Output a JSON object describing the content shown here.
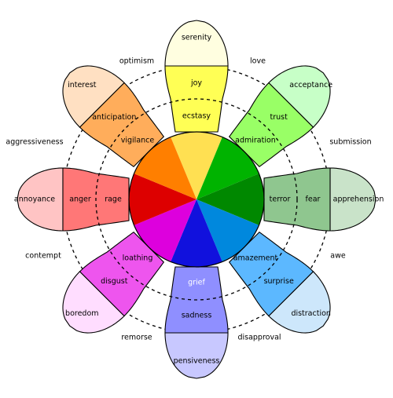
{
  "petals": [
    {
      "id": "joy",
      "colors": [
        "#fffee0",
        "#ffff55",
        "#ffe052"
      ],
      "labels": [
        "serenity",
        "joy",
        "ecstasy"
      ],
      "inner_light": false
    },
    {
      "id": "trust",
      "colors": [
        "#c7ffc7",
        "#99ff66",
        "#00b300"
      ],
      "labels": [
        "acceptance",
        "trust",
        "admiration"
      ],
      "inner_light": false
    },
    {
      "id": "fear",
      "colors": [
        "#c9e3c9",
        "#8fc68f",
        "#008800"
      ],
      "labels": [
        "apprehension",
        "fear",
        "terror"
      ],
      "inner_light": false
    },
    {
      "id": "surprise",
      "colors": [
        "#cde7fb",
        "#5cb8ff",
        "#0088dd"
      ],
      "labels": [
        "distraction",
        "surprise",
        "amazement"
      ],
      "inner_light": false
    },
    {
      "id": "sadness",
      "colors": [
        "#c8c8ff",
        "#8f8fff",
        "#1111dd"
      ],
      "labels": [
        "pensiveness",
        "sadness",
        "grief"
      ],
      "inner_light": true
    },
    {
      "id": "disgust",
      "colors": [
        "#ffddff",
        "#ee55ee",
        "#dd00dd"
      ],
      "labels": [
        "boredom",
        "disgust",
        "loathing"
      ],
      "inner_light": false
    },
    {
      "id": "anger",
      "colors": [
        "#ffc4c4",
        "#ff7777",
        "#dd0000"
      ],
      "labels": [
        "annoyance",
        "anger",
        "rage"
      ],
      "inner_light": false
    },
    {
      "id": "anticipation",
      "colors": [
        "#ffe0c2",
        "#ffad5b",
        "#ff7f00"
      ],
      "labels": [
        "interest",
        "anticipation",
        "vigilance"
      ],
      "inner_light": false
    }
  ],
  "dyads": [
    {
      "id": "love",
      "label": "love"
    },
    {
      "id": "submission",
      "label": "submission"
    },
    {
      "id": "awe",
      "label": "awe"
    },
    {
      "id": "disapproval",
      "label": "disapproval"
    },
    {
      "id": "remorse",
      "label": "remorse"
    },
    {
      "id": "contempt",
      "label": "contempt"
    },
    {
      "id": "aggressiveness",
      "label": "aggressiveness"
    },
    {
      "id": "optimism",
      "label": "optimism"
    }
  ]
}
